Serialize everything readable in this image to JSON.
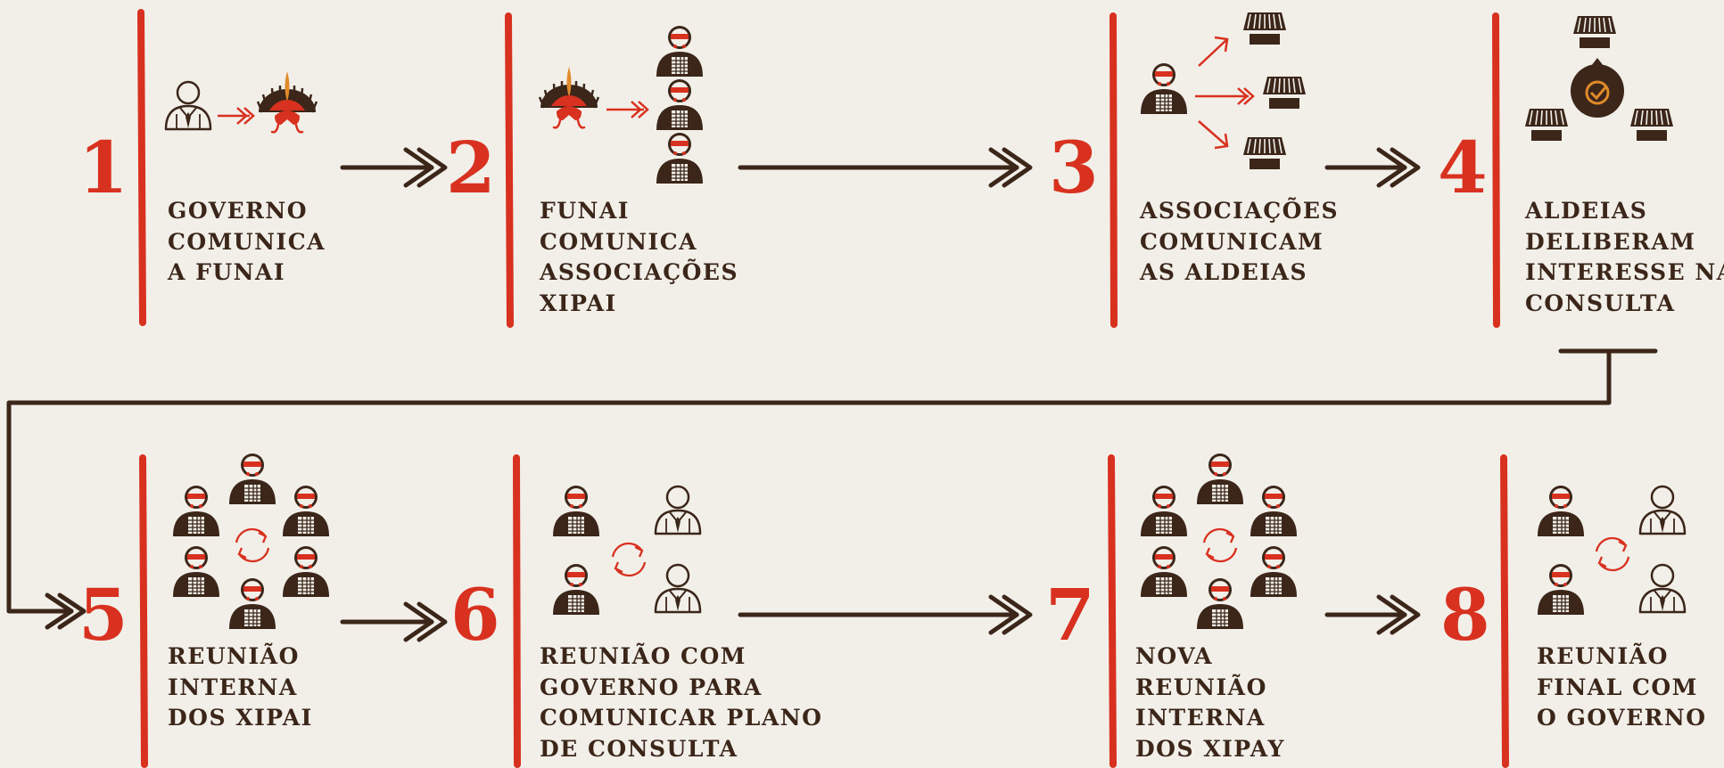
{
  "colors": {
    "background": "#f2efe9",
    "accent_red": "#d8311f",
    "dark_brown": "#3b2619",
    "headband_red": "#d8311f"
  },
  "steps": [
    {
      "number": "1",
      "label": "GOVERNO\nCOMUNICA\nA FUNAI",
      "icons": [
        "government-person-icon",
        "arrow-icon",
        "funai-headdress-icon"
      ]
    },
    {
      "number": "2",
      "label": "FUNAI\nCOMUNICA\nASSOCIAÇÕES\nXIPAI",
      "icons": [
        "funai-headdress-icon",
        "arrow-icon",
        "indigenous-person-icon"
      ]
    },
    {
      "number": "3",
      "label": "ASSOCIAÇÕES\nCOMUNICAM\nAS ALDEIAS",
      "icons": [
        "indigenous-person-icon",
        "arrow-icon",
        "village-house-icon"
      ]
    },
    {
      "number": "4",
      "label": "ALDEIAS\nDELIBERAM\nINTERESSE NA\nCONSULTA",
      "icons": [
        "village-house-icon",
        "check-badge-icon"
      ]
    },
    {
      "number": "5",
      "label": "REUNIÃO\nINTERNA\nDOS XIPAI",
      "icons": [
        "indigenous-person-icon",
        "cycle-arrows-icon"
      ]
    },
    {
      "number": "6",
      "label": "REUNIÃO COM\nGOVERNO PARA\nCOMUNICAR PLANO\nDE CONSULTA",
      "icons": [
        "indigenous-person-icon",
        "cycle-arrows-icon",
        "government-person-icon"
      ]
    },
    {
      "number": "7",
      "label": "NOVA\nREUNIÃO\nINTERNA\nDOS XIPAY",
      "icons": [
        "indigenous-person-icon",
        "cycle-arrows-icon"
      ]
    },
    {
      "number": "8",
      "label": "REUNIÃO\nFINAL COM\nO GOVERNO",
      "icons": [
        "indigenous-person-icon",
        "cycle-arrows-icon",
        "government-person-icon"
      ]
    }
  ]
}
